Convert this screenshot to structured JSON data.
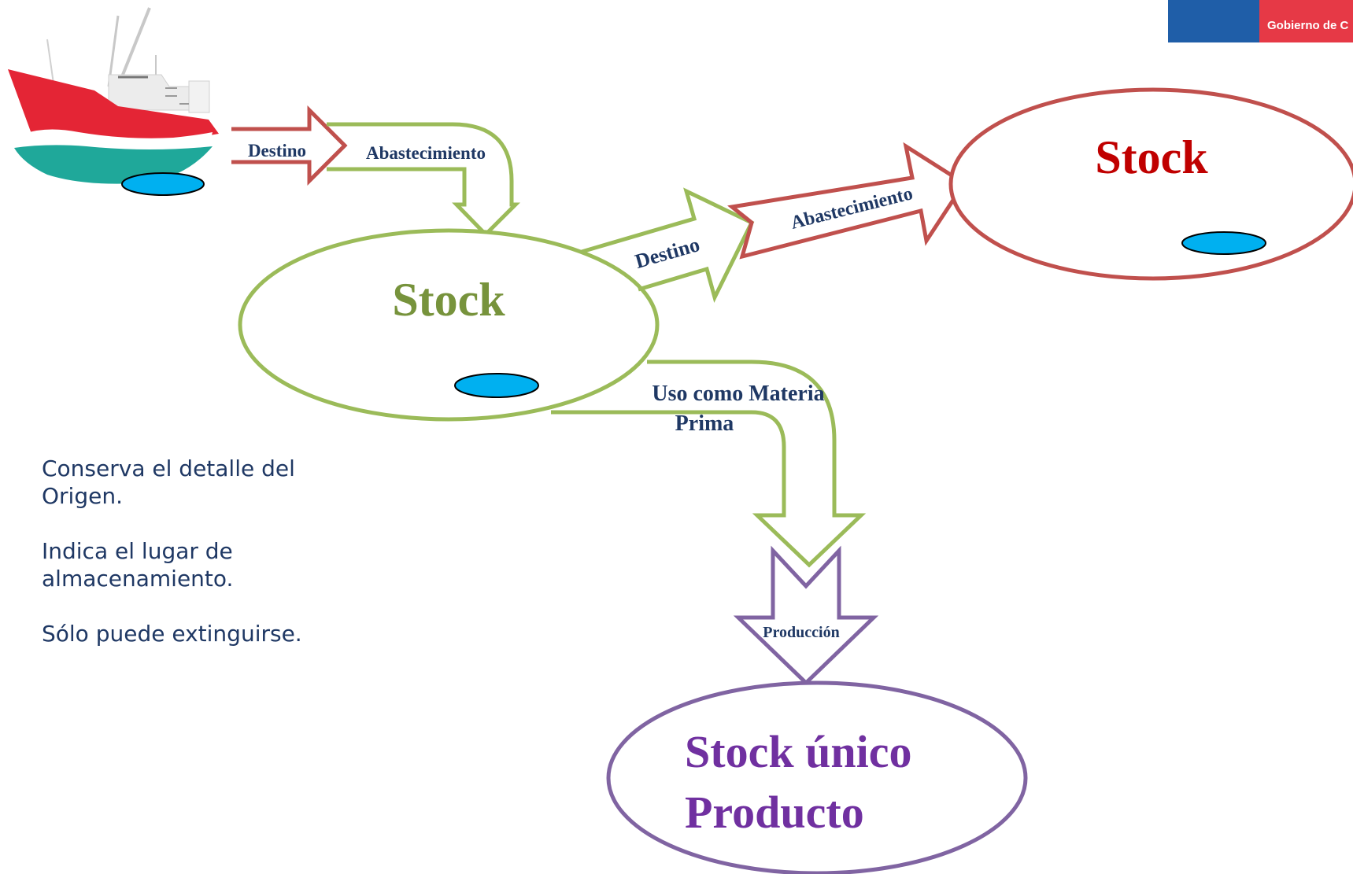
{
  "header": {
    "government_label": "Gobierno de C"
  },
  "diagram": {
    "stock_center_label": "Stock",
    "stock_right_label": "Stock",
    "stock_product_line1": "Stock único",
    "stock_product_line2": "Producto",
    "arrow_destino_top": "Destino",
    "arrow_abastecimiento_top": "Abastecimiento",
    "arrow_destino_diagonal": "Destino",
    "arrow_abastecimiento_diagonal": "Abastecimiento",
    "arrow_uso_line1": "Uso como Materia",
    "arrow_uso_line2": "Prima",
    "arrow_produccion": "Producción"
  },
  "notes": {
    "line1": "Conserva el detalle del",
    "line2": "Origen.",
    "line3": "Indica el lugar de",
    "line4": "almacenamiento.",
    "line5": "Sólo puede extinguirse."
  },
  "colors": {
    "green": "#9bbb59",
    "green_text": "#77933c",
    "red": "#c0504d",
    "red_text": "#c00000",
    "purple": "#8064a2",
    "purple_text": "#7030a0",
    "navy_text": "#1f3864",
    "cyan_marker": "#00b0f0",
    "ship_red": "#e42535",
    "ship_teal": "#1fa89a"
  }
}
